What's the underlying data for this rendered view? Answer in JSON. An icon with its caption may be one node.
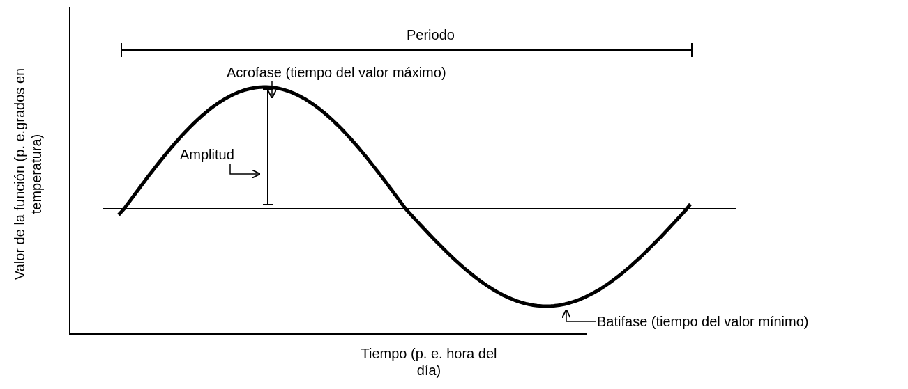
{
  "diagram": {
    "nodes": [
      {
        "text": [
          "Acrofase (tiempo del valor máximo)"
        ]
      },
      {
        "text": [
          "Amplitud"
        ]
      },
      {
        "text": [
          "Batifase (tiempo del valor mínimo)"
        ]
      }
    ],
    "edges": [
      {
        "from": 0,
        "to": null,
        "arrow": "to"
      },
      {
        "from": 1,
        "to": null,
        "arrow": "to"
      },
      {
        "from": 2,
        "to": null,
        "arrow": "to"
      }
    ],
    "labels": [
      "Periodo",
      "Valor de la función (p. e.grados en temperatura)",
      "Tiempo (p. e. hora del día)"
    ]
  }
}
